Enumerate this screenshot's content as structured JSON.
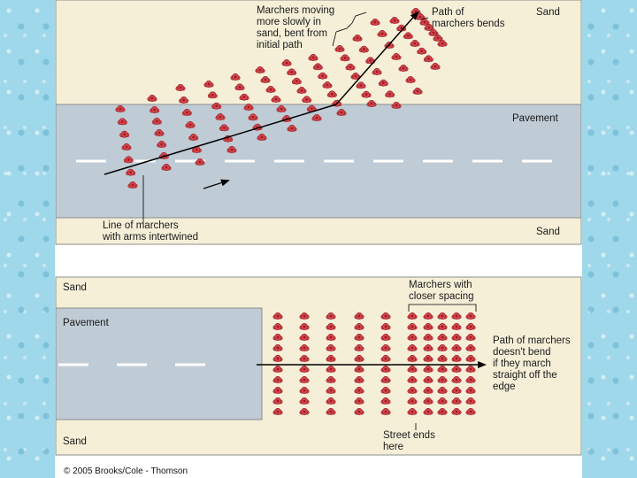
{
  "top_panel": {
    "label_marchers_sand_1": "Marchers moving",
    "label_marchers_sand_2": "more slowly in",
    "label_marchers_sand_3": "sand, bent from",
    "label_marchers_sand_4": "initial path",
    "label_path_bends_1": "Path of",
    "label_path_bends_2": "marchers bends",
    "label_sand_top": "Sand",
    "label_pavement": "Pavement",
    "label_line_1": "Line of marchers",
    "label_line_2": "with arms intertwined",
    "label_sand_bottom": "Sand"
  },
  "bottom_panel": {
    "label_sand_top": "Sand",
    "label_pavement": "Pavement",
    "label_closer_1": "Marchers with",
    "label_closer_2": "closer spacing",
    "label_nobend_1": "Path of marchers",
    "label_nobend_2": "doesn't bend",
    "label_nobend_3": "if they march",
    "label_nobend_4": "straight off the",
    "label_nobend_5": "edge",
    "label_street_1": "Street ends",
    "label_street_2": "here",
    "label_sand_bottom": "Sand"
  },
  "copyright": "© 2005 Brooks/Cole - Thomson",
  "colors": {
    "sand": "#f5efd8",
    "pavement": "#bfcbd5",
    "marcher": "#d9484f",
    "marcher_dark": "#9a1f26",
    "border": "#8d8d8d"
  }
}
